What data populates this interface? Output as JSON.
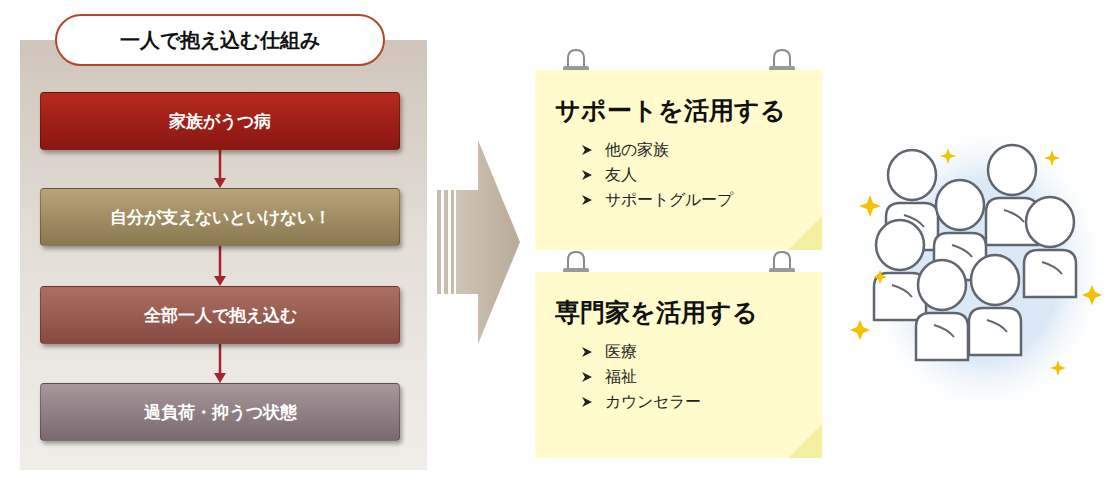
{
  "diagram": {
    "nodes": [
      {
        "text": [
          "一人で抱え込む仕組み"
        ]
      },
      {
        "text": [
          "家族がうつ病"
        ],
        "in": 0
      },
      {
        "text": [
          "自分が支えないといけない！"
        ],
        "in": 0
      },
      {
        "text": [
          "全部一人で抱え込む"
        ],
        "in": 0
      },
      {
        "text": [
          "過負荷・抑うつ状態"
        ],
        "in": 0
      },
      {
        "text": [
          "サポートを活用する",
          "他の家族",
          "友人",
          "サポートグループ"
        ]
      },
      {
        "text": [
          "専門家を活用する",
          "医療",
          "福祉",
          "カウンセラー"
        ]
      }
    ],
    "edges": [
      {
        "from": 1,
        "to": 2,
        "arrow": "to"
      },
      {
        "from": 2,
        "to": 3,
        "arrow": "to"
      },
      {
        "from": 3,
        "to": 4,
        "arrow": "to"
      }
    ]
  }
}
